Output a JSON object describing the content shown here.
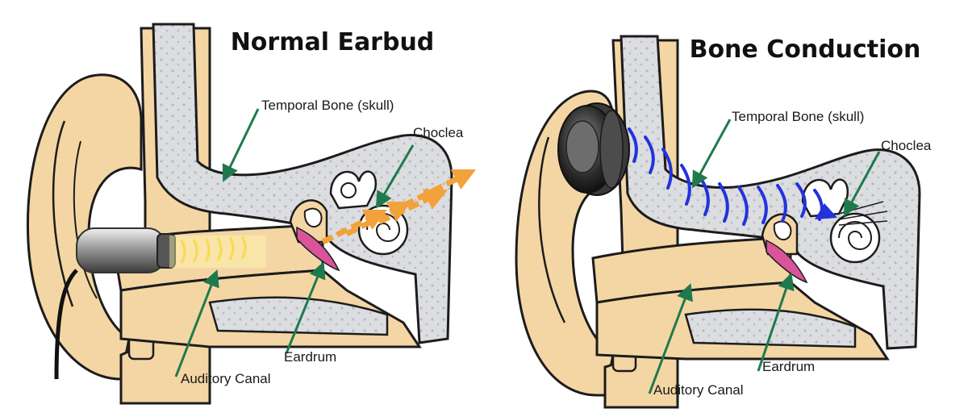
{
  "colors": {
    "skin": "#f4d6a4",
    "skin_dark": "#e8bf84",
    "outline": "#1c1c1c",
    "bone": "#dcdde0",
    "bone_dots": "#b8bac0",
    "leader": "#1e7a4c",
    "sound_wave": "#f2a23a",
    "bone_wave": "#2233dd",
    "eardrum": "#d9549a"
  },
  "panels": [
    {
      "title": "Normal Earbud",
      "device": "earbud-icon",
      "labels": {
        "temporal_bone": "Temporal Bone (skull)",
        "cochlea": "Choclea",
        "eardrum": "Eardrum",
        "auditory_canal": "Auditory Canal"
      }
    },
    {
      "title": "Bone Conduction",
      "device": "bone-conduction-transducer-icon",
      "labels": {
        "temporal_bone": "Temporal Bone (skull)",
        "cochlea": "Choclea",
        "eardrum": "Eardrum",
        "auditory_canal": "Auditory Canal"
      }
    }
  ]
}
